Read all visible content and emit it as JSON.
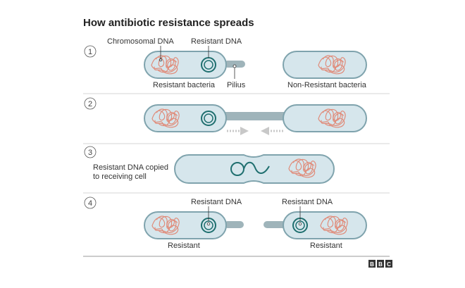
{
  "title": "How antibiotic resistance spreads",
  "steps": [
    {
      "number": "1",
      "labels": {
        "chromosomal": "Chromosomal DNA",
        "resistant_dna": "Resistant DNA",
        "resistant_bacteria": "Resistant bacteria",
        "pilius": "Pilius",
        "non_resistant": "Non-Resistant bacteria"
      }
    },
    {
      "number": "2"
    },
    {
      "number": "3",
      "caption_line1": "Resistant DNA copied",
      "caption_line2": "to receiving cell"
    },
    {
      "number": "4",
      "left_dna": "Resistant DNA",
      "left_label": "Resistant",
      "right_dna": "Resistant DNA",
      "right_label": "Resistant"
    }
  ],
  "brand": {
    "letters": [
      "B",
      "B",
      "C"
    ]
  },
  "colors": {
    "cell_fill": "#d6e6ec",
    "cell_stroke": "#7fa3ad",
    "chromosome": "#e08a78",
    "plasmid": "#1f6f6f",
    "pilus": "#9fb4ba"
  }
}
